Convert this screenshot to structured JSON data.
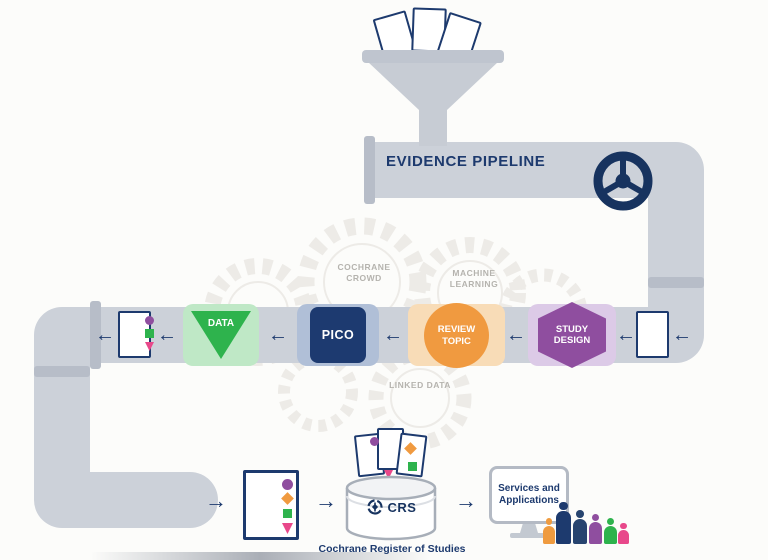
{
  "header": {
    "title": "EVIDENCE PIPELINE"
  },
  "icons": {
    "arrow_left": "←",
    "arrow_right": "→"
  },
  "palette": {
    "navy": "#1d3a6e",
    "pipe_gray": "#ccd1d9",
    "green": "#2eb34d",
    "orange": "#f09a40",
    "purple": "#8f4e9f",
    "pink": "#e8488a"
  },
  "pipeline": {
    "stations": [
      {
        "label": "DATA",
        "shape": "triangle",
        "color": "#2eb34d",
        "band_color": "#bfe8c6"
      },
      {
        "label": "PICO",
        "shape": "square",
        "color": "#1d3a70",
        "band_color": "#b0bfd7"
      },
      {
        "label": "REVIEW TOPIC",
        "shape": "circle",
        "color": "#f09a40",
        "band_color": "#f8dcb7"
      },
      {
        "label": "STUDY DESIGN",
        "shape": "hexagon",
        "color": "#8f4e9f",
        "band_color": "#dccae7"
      }
    ]
  },
  "gears": [
    {
      "label": "COCHRANE CROWD"
    },
    {
      "label": "MACHINE LEARNING"
    },
    {
      "label": "LINKED DATA"
    }
  ],
  "bottom": {
    "crs_label": "CRS",
    "crs_caption": "Cochrane Register of Studies",
    "services_label": "Services and Applications"
  },
  "people": {
    "colors": [
      "#ef9b3f",
      "#1d3a6e",
      "#27446f",
      "#8f4e9f",
      "#2eb34d",
      "#e8488a"
    ]
  },
  "doc_tags": {
    "colors": [
      "#8f4e9f",
      "#f09a40",
      "#2eb34d",
      "#e8488a"
    ]
  }
}
